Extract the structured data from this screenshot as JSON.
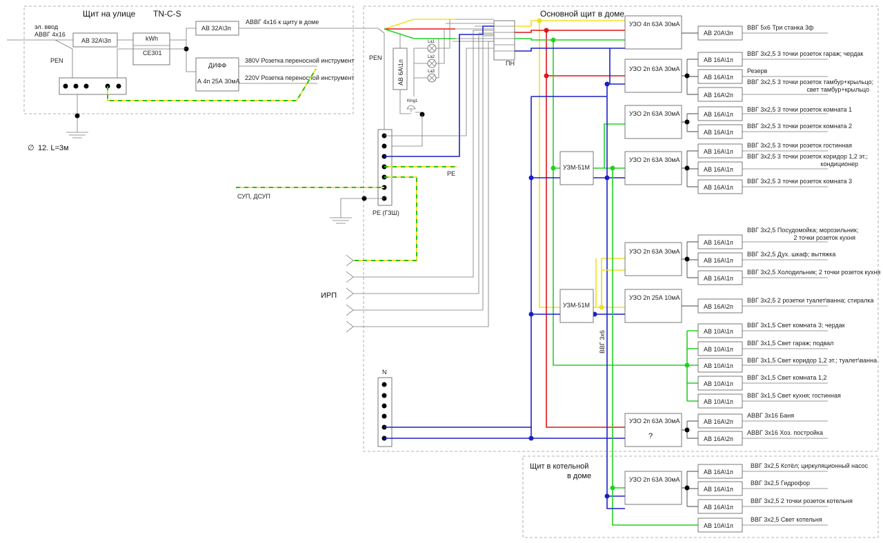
{
  "outdoor_panel": {
    "title": "Щит на улице",
    "system": "TN-C-S",
    "input_label": "эл. ввод",
    "input_cable": "АВВГ 4х16",
    "pen_label": "PEN",
    "main_breaker": "АВ 32А\\3п",
    "meter_top": "kWh",
    "meter_model": "СЕ301",
    "breaker_to_house": "АВ 32А\\3п",
    "cable_to_house": "АВВГ 4х16 к щиту в доме",
    "rcbo_title": "ДИФФ",
    "rcbo_rating": "А 4п 25А 30мА",
    "socket_380": "380V Розетка переносной инструмент",
    "socket_220": "220V Розетка переносной инструмент",
    "ground_note": "12. L=3м"
  },
  "main_panel": {
    "title": "Основной щит в доме",
    "pen_label": "PEN",
    "breaker_6a": "АВ 6А\\1п",
    "lamp_1": "La1",
    "lamp_2": "La2",
    "lamp_3": "La3",
    "bell": "Klng1",
    "pn_label": "ПН",
    "pe_label": "PE",
    "pe_bus_label": "PE (ГЗШ)",
    "sup_label": "СУП, ДСУП",
    "irp_label": "ИРП",
    "n_label": "N",
    "vvg_label": "ВВГ 3х6"
  },
  "uzo": {
    "u1": "УЗО 4п 63А 30мА",
    "u2": "УЗО 2п 63А 30мА",
    "u3": "УЗО 2п 63А 30мА",
    "u4": "УЗО 2п 63А 30мА",
    "u5": "УЗО 2п 63А 30мА",
    "u6": "УЗО 2п 25А 10мА",
    "u7": "УЗО 2п 63А 30мА",
    "u7_q": "?"
  },
  "uzm": {
    "m1": "УЗМ-51М",
    "m2": "УЗМ-51М"
  },
  "breakers": {
    "b1": "АВ 20А\\3п",
    "b2": "АВ 16А\\1п",
    "b3": "АВ 16А\\1п",
    "b4": "АВ 16А\\2п",
    "b5": "АВ 16А\\1п",
    "b6": "АВ 16А\\1п",
    "b7": "АВ 16А\\1п",
    "b8": "АВ 16А\\1п",
    "b9": "АВ 16А\\1п",
    "b10": "АВ 16А\\1п",
    "b11": "АВ 16А\\1п",
    "b12": "АВ 16А\\1п",
    "b13": "АВ 16А\\2п",
    "b14": "АВ 10А\\1п",
    "b15": "АВ 10А\\1п",
    "b16": "АВ 10А\\1п",
    "b17": "АВ 10А\\1п",
    "b18": "АВ 10А\\1п",
    "b19": "АВ 16А\\2п",
    "b20": "АВ 16А\\2п"
  },
  "loads": {
    "l1": "ВВГ 5х6 Три станка 3ф",
    "l2": "ВВГ 3х2,5 3 точки розеток гараж; чердак",
    "l3": "Резерв",
    "l4a": "ВВГ 3х2,5 3 точки розеток тамбур+крыльцо;",
    "l4b": "свет тамбур+крыльцо",
    "l5": "ВВГ 3х2,5 3 точки розеток комната 1",
    "l6": "ВВГ 3х2,5 3 точки розеток комната 2",
    "l7": "ВВГ 3х2,5 3 точки розеток гостинная",
    "l8a": "ВВГ 3х2,5 3 точки розеток коридор 1,2 эт.;",
    "l8b": "кондиционер",
    "l9": "ВВГ 3х2,5 3 точки розеток комната 3",
    "l10a": "ВВГ 3х2,5 Посудомойка; морозильник;",
    "l10b": "2 точки розеток кухня",
    "l11": "ВВГ 3х2,5 Дух. шкаф; вытяжка",
    "l12": "ВВГ 3х2,5 Холодильник; 2 точки розеток кухня",
    "l13": "ВВГ 3х2,5 2 розетки туалет\\ванна; стиралка",
    "l14": "ВВГ 3х1,5 Свет комната 3; чердак",
    "l15": "ВВГ 3х1,5 Свет гараж; подвал",
    "l16": "ВВГ 3х1,5 Свет коридор 1,2 эт.; туалет\\ванна",
    "l17": "ВВГ 3х1,5 Свет комната 1,2",
    "l18": "ВВГ 3х1,5 Свет кухня; гостинная",
    "l19": "АВВГ 3х16 Баня",
    "l20": "АВВГ 3х16 Хоз. постройка"
  },
  "boiler_panel": {
    "title_1": "Щит в котельной",
    "title_2": "в доме",
    "uzo": "УЗО 2п 63А 30мА",
    "b1": "АВ 16А\\1п",
    "b2": "АВ 16А\\1п",
    "b3": "АВ 16А\\1п",
    "b4": "АВ 10А\\1п",
    "l1": "ВВГ 3х2,5 Котёл; циркуляционный насос",
    "l2": "ВВГ 3х2,5 Гидрофор",
    "l3": "ВВГ 3х2,5 2 точки розеток котельня",
    "l4": "ВВГ 3х2,5 Свет котельня"
  },
  "colors": {
    "phase_l1": "#f0e020",
    "phase_l2": "#e01414",
    "phase_l3": "#22d022",
    "neutral": "#1a1fc4"
  }
}
